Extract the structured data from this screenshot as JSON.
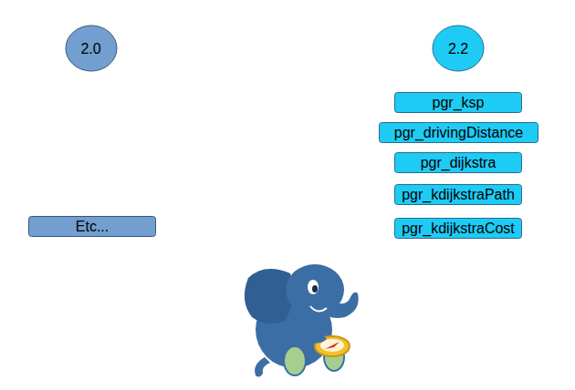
{
  "diagram": {
    "nodes": [
      {
        "text": [
          "2.0"
        ]
      },
      {
        "text": [
          "2.2"
        ]
      },
      {
        "text": [
          "pgr_ksp"
        ]
      },
      {
        "text": [
          "pgr_drivingDistance"
        ]
      },
      {
        "text": [
          "pgr_dijkstra"
        ]
      },
      {
        "text": [
          "pgr_kdijkstraPath"
        ]
      },
      {
        "text": [
          "pgr_kdijkstraCost"
        ]
      },
      {
        "text": [
          "Etc..."
        ]
      }
    ]
  }
}
